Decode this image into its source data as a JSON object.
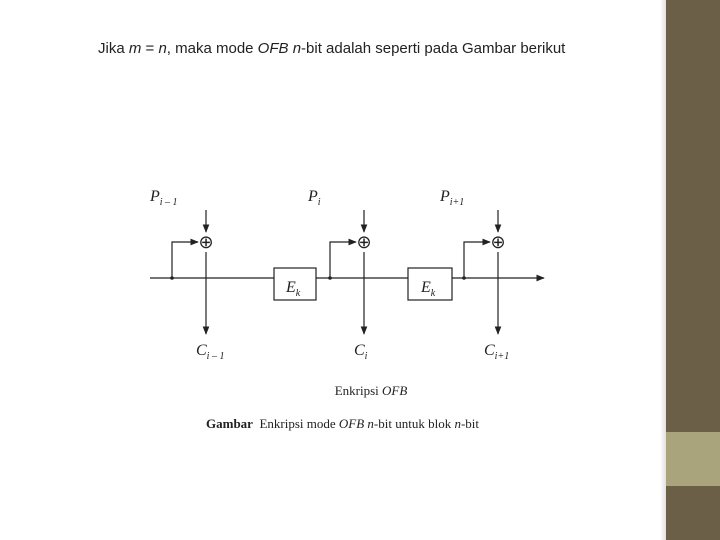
{
  "heading": {
    "part1": "Jika ",
    "m": "m",
    "eq": " = ",
    "n": "n",
    "part2": ", maka mode ",
    "ofb": "OFB",
    "sp": " ",
    "n2": "n",
    "part3": "-bit adalah seperti pada Gambar berikut"
  },
  "diagram": {
    "inputs": [
      {
        "base": "P",
        "sub": "i – 1"
      },
      {
        "base": "P",
        "sub": "i"
      },
      {
        "base": "P",
        "sub": "i+1"
      }
    ],
    "outputs": [
      {
        "base": "C",
        "sub": "i – 1"
      },
      {
        "base": "C",
        "sub": "i"
      },
      {
        "base": "C",
        "sub": "i+1"
      }
    ],
    "xor_symbol": "⊕",
    "encrypt_blocks": [
      {
        "base": "E",
        "sub": "k"
      },
      {
        "base": "E",
        "sub": "k"
      }
    ],
    "subtitle_text": "Enkripsi ",
    "subtitle_mode": "OFB",
    "caption_bold": "Gambar",
    "caption_text1": "  Enkripsi mode ",
    "caption_mode": "OFB",
    "caption_text2": " ",
    "caption_n": "n",
    "caption_text3": "-bit untuk blok ",
    "caption_n2": "n",
    "caption_text4": "-bit"
  },
  "colors": {
    "sidebar_dark": "#6b6047",
    "sidebar_light": "#a9a47b",
    "ink": "#222222"
  }
}
